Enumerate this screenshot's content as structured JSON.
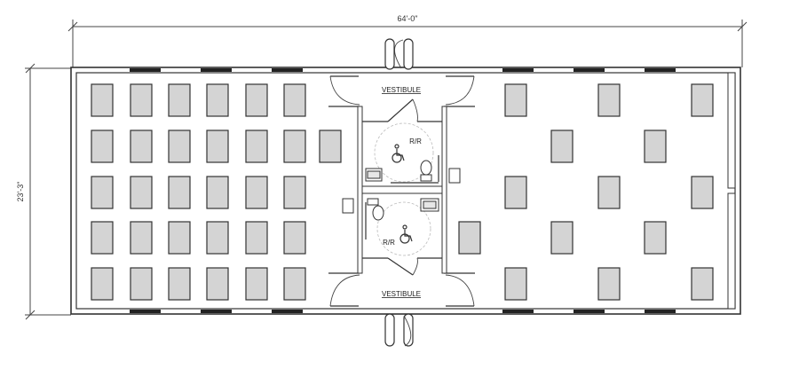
{
  "dimensions": {
    "overall_width": "64'-0\"",
    "overall_depth": "23'-3\""
  },
  "rooms": {
    "vestibule_top": "VESTIBULE",
    "vestibule_bottom": "VESTIBULE",
    "restroom_top": "R/R",
    "restroom_bottom": "R/R"
  },
  "icons": [
    "wheelchair-accessible-icon",
    "toilet-icon",
    "sink-icon",
    "door-swing-icon",
    "desk-icon"
  ],
  "colors": {
    "desk_fill": "#d4d4d4",
    "wall_stroke": "#333333",
    "window": "#222222"
  }
}
